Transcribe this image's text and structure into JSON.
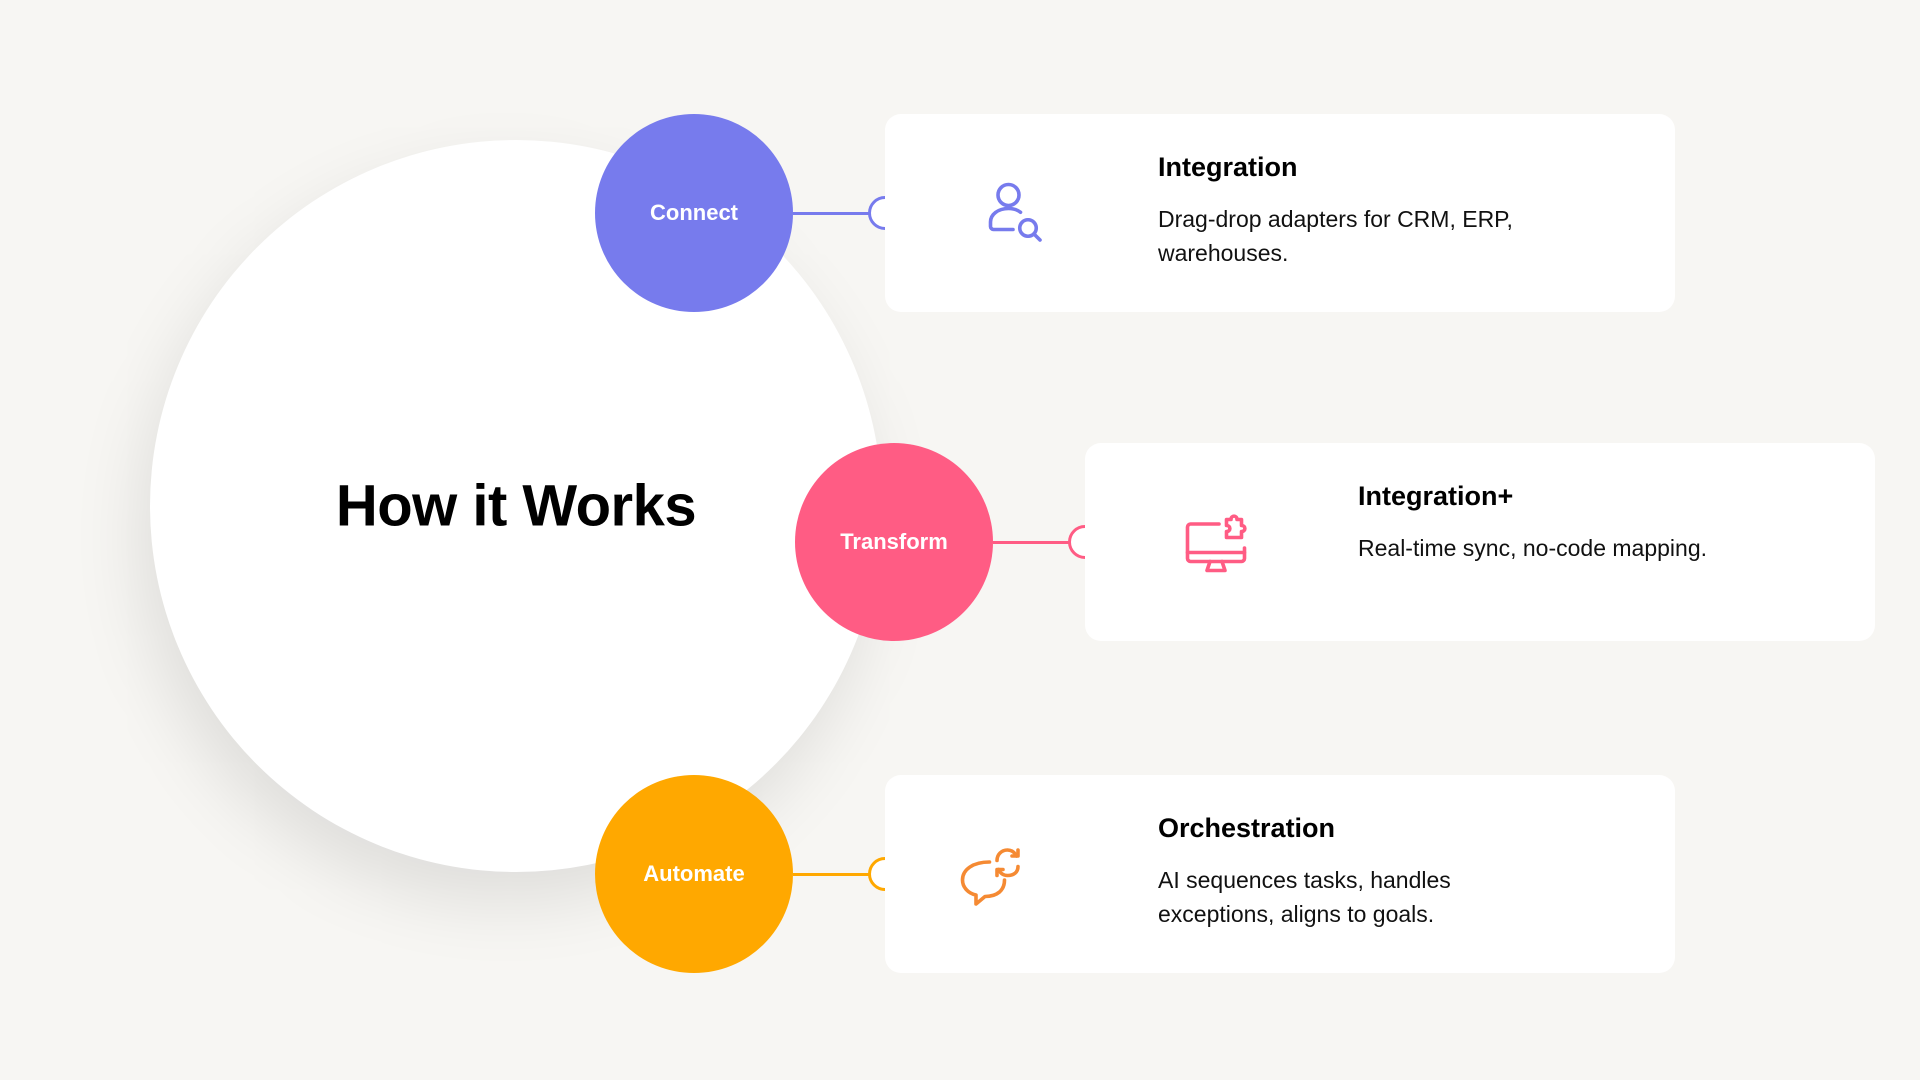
{
  "title": "How it Works",
  "steps": [
    {
      "label": "Connect",
      "color": "#777BED",
      "icon": "user-search-icon",
      "card_title": "Integration",
      "card_desc": "Drag-drop adapters for CRM, ERP, warehouses."
    },
    {
      "label": "Transform",
      "color": "#FF5C84",
      "icon": "monitor-puzzle-icon",
      "card_title": "Integration+",
      "card_desc": "Real-time sync, no-code mapping."
    },
    {
      "label": "Automate",
      "color": "#FFA800",
      "icon": "chat-refresh-icon",
      "card_title": "Orchestration",
      "card_desc": "AI sequences tasks, handles exceptions, aligns to goals."
    }
  ]
}
